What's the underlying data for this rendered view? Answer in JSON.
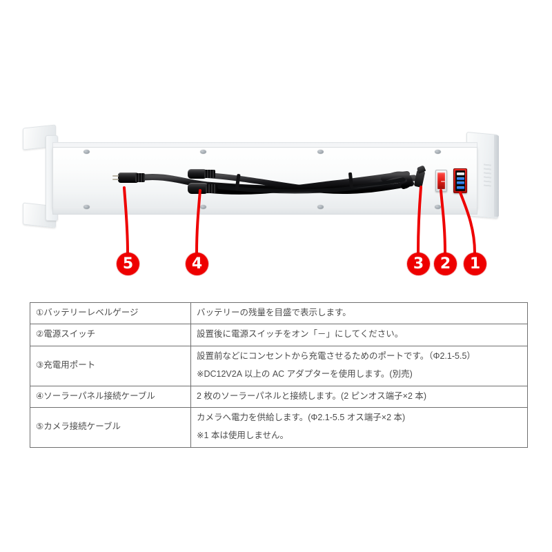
{
  "figure": {
    "alt": "Solar battery unit rear view with numbered callouts",
    "callouts": [
      {
        "id": "callout-1",
        "number": "❶",
        "label": "1",
        "target": "battery-level-gauge"
      },
      {
        "id": "callout-2",
        "number": "❷",
        "label": "2",
        "target": "power-switch"
      },
      {
        "id": "callout-3",
        "number": "❸",
        "label": "3",
        "target": "charging-port"
      },
      {
        "id": "callout-4",
        "number": "❹",
        "label": "4",
        "target": "solar-panel-cable"
      },
      {
        "id": "callout-5",
        "number": "❺",
        "label": "5",
        "target": "camera-cable"
      }
    ]
  },
  "colors": {
    "callout_red": "#ee0000",
    "switch_red": "#e01c16",
    "gauge_blue": "#1457c8",
    "table_border": "#6e6e6e",
    "text": "#4b4b4b",
    "background": "#ffffff"
  },
  "spec_table": {
    "rows": [
      {
        "label": "①バッテリーレベルゲージ",
        "lines": [
          "バッテリーの残量を目盛で表示します。"
        ]
      },
      {
        "label": "②電源スイッチ",
        "lines": [
          "設置後に電源スイッチをオン「－」にしてください。"
        ]
      },
      {
        "label": "③充電用ポート",
        "lines": [
          "設置前などにコンセントから充電させるためのポートです。（Φ2.1-5.5）",
          "※DC12V2A 以上の AC アダプターを使用します。(別売)"
        ]
      },
      {
        "label": "④ソーラーパネル接続ケーブル",
        "lines": [
          "2 枚のソーラーパネルと接続します。(2 ピンオス端子×2 本)"
        ]
      },
      {
        "label": "⑤カメラ接続ケーブル",
        "lines": [
          "カメラへ電力を供給します。(Φ2.1-5.5 オス端子×2 本)",
          "※1 本は使用しません。"
        ]
      }
    ]
  },
  "battery_gauge": {
    "segments": [
      "white",
      "blue",
      "blue",
      "blue"
    ]
  }
}
